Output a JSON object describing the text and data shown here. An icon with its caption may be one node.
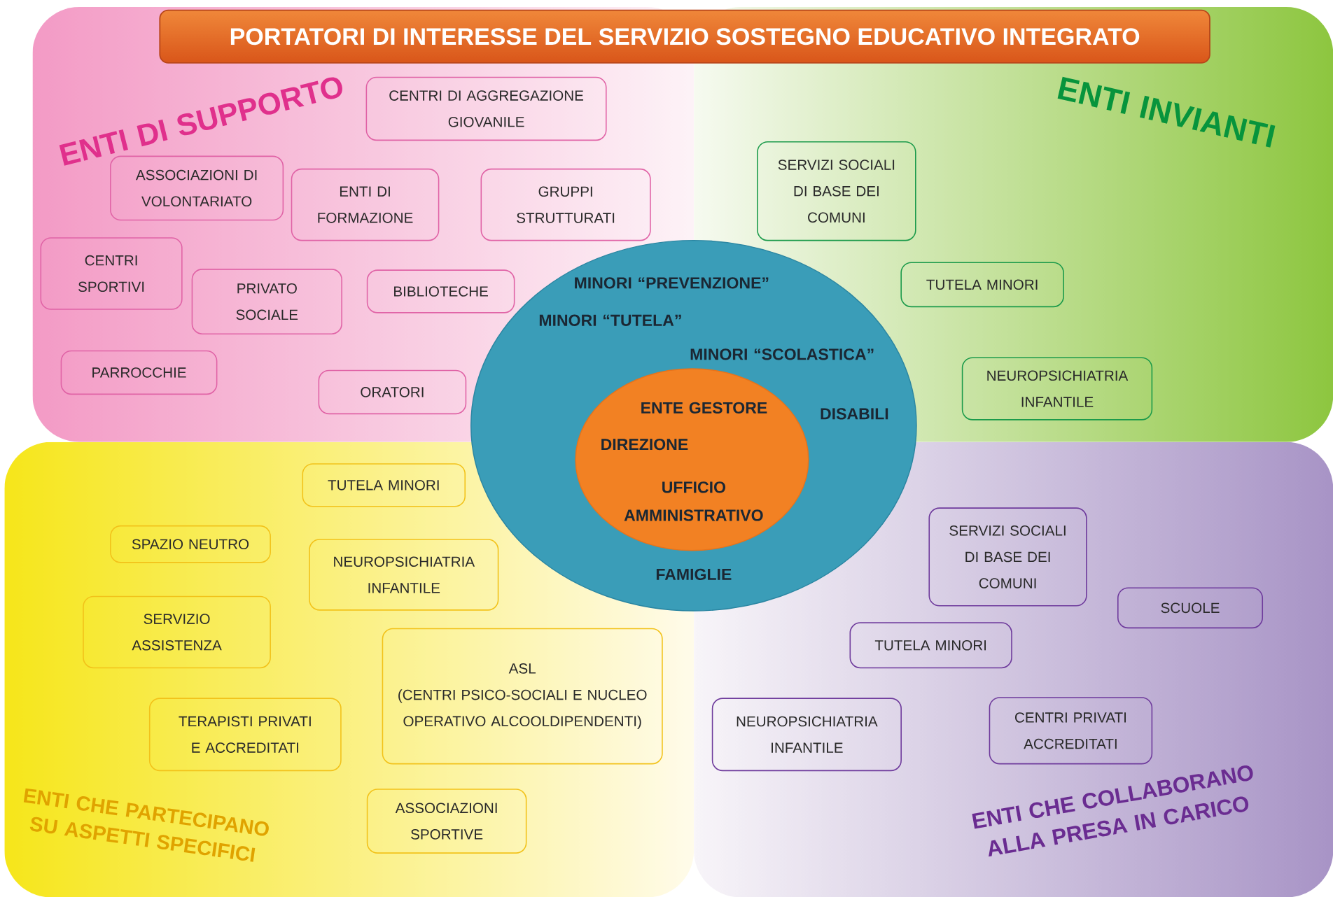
{
  "diagram": {
    "title": "PORTATORI DI INTERESSE DEL SERVIZIO SOSTEGNO EDUCATIVO INTEGRATO",
    "nodes": [
      {
        "text": [
          "ENTI DI SUPPORTO"
        ]
      },
      {
        "text": [
          "CENTRI DI AGGREGAZIONE GIOVANILE"
        ],
        "in": 0
      },
      {
        "text": [
          "ASSOCIAZIONI DI VOLONTARIATO"
        ],
        "in": 0
      },
      {
        "text": [
          "ENTI DI FORMAZIONE"
        ],
        "in": 0
      },
      {
        "text": [
          "GRUPPI STRUTTURATI"
        ],
        "in": 0
      },
      {
        "text": [
          "CENTRI SPORTIVI"
        ],
        "in": 0
      },
      {
        "text": [
          "PRIVATO SOCIALE"
        ],
        "in": 0
      },
      {
        "text": [
          "BIBLIOTECHE"
        ],
        "in": 0
      },
      {
        "text": [
          "PARROCCHIE"
        ],
        "in": 0
      },
      {
        "text": [
          "ORATORI"
        ],
        "in": 0
      },
      {
        "text": [
          "ENTI INVIANTI"
        ]
      },
      {
        "text": [
          "SERVIZI SOCIALI DI BASE DEI COMUNI"
        ],
        "in": 10
      },
      {
        "text": [
          "TUTELA MINORI"
        ],
        "in": 10
      },
      {
        "text": [
          "NEUROPSICHIATRIA INFANTILE"
        ],
        "in": 10
      },
      {
        "text": [
          "MINORI “PREVENZIONE”",
          "MINORI “TUTELA”",
          "MINORI “SCOLASTICA”",
          "DISABILI",
          "FAMIGLIE"
        ]
      },
      {
        "text": [
          "ENTE GESTORE",
          "DIREZIONE",
          "UFFICIO AMMINISTRATIVO"
        ],
        "in": 14
      },
      {
        "text": [
          "ENTI CHE PARTECIPANO SU ASPETTI SPECIFICI"
        ]
      },
      {
        "text": [
          "TUTELA MINORI"
        ],
        "in": 16
      },
      {
        "text": [
          "SPAZIO NEUTRO"
        ],
        "in": 16
      },
      {
        "text": [
          "NEUROPSICHIATRIA INFANTILE"
        ],
        "in": 16
      },
      {
        "text": [
          "SERVIZIO ASSISTENZA"
        ],
        "in": 16
      },
      {
        "text": [
          "ASL",
          "(CENTRI PSICO-SOCIALI E NUCLEO OPERATIVO ALCOOLDIPENDENTI)"
        ],
        "in": 16
      },
      {
        "text": [
          "TERAPISTI PRIVATI E ACCREDITATI"
        ],
        "in": 16
      },
      {
        "text": [
          "ASSOCIAZIONI SPORTIVE"
        ],
        "in": 16
      },
      {
        "text": [
          "ENTI CHE COLLABORANO ALLA PRESA IN CARICO"
        ]
      },
      {
        "text": [
          "SERVIZI SOCIALI DI BASE DEI COMUNI"
        ],
        "in": 24
      },
      {
        "text": [
          "SCUOLE"
        ],
        "in": 24
      },
      {
        "text": [
          "TUTELA MINORI"
        ],
        "in": 24
      },
      {
        "text": [
          "NEUROPSICHIATRIA INFANTILE"
        ],
        "in": 24
      },
      {
        "text": [
          "CENTRI PRIVATI ACCREDITATI"
        ],
        "in": 24
      }
    ]
  }
}
